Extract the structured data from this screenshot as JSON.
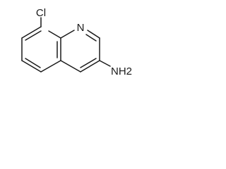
{
  "structure": {
    "atom_labels": {
      "chlorine": "Cl",
      "ring_nitrogen": "N",
      "amine": "NH2"
    },
    "bond_color": "#1a1a1a",
    "label_color": "#1a1a1a"
  }
}
